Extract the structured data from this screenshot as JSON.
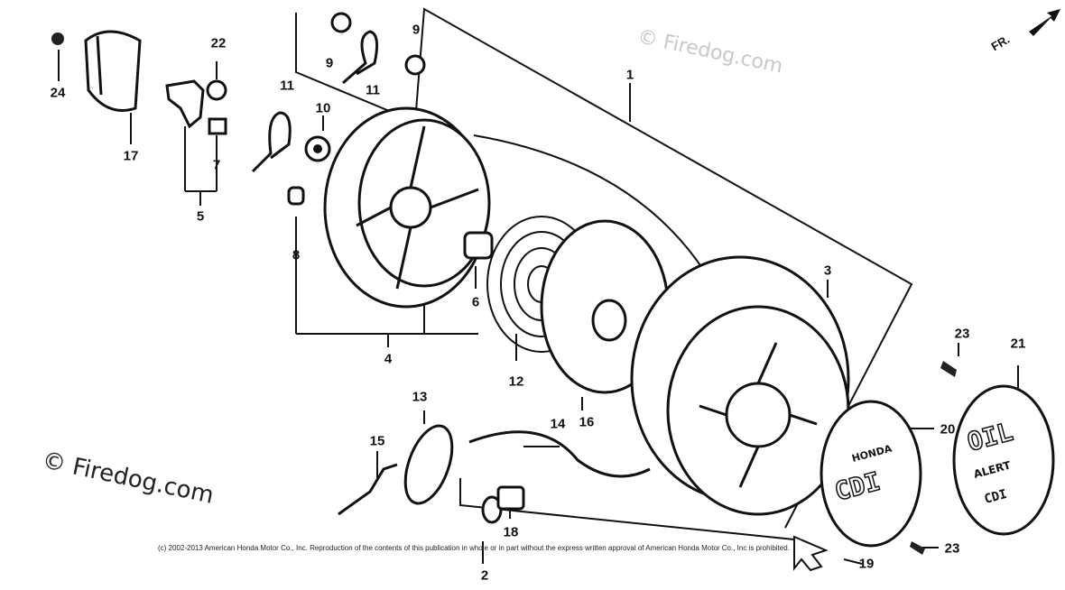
{
  "labels": {
    "p1": "1",
    "p2": "2",
    "p3": "3",
    "p4": "4",
    "p5": "5",
    "p6": "6",
    "p7": "7",
    "p8": "8",
    "p9a": "9",
    "p9b": "9",
    "p10": "10",
    "p11a": "11",
    "p11b": "11",
    "p12": "12",
    "p13": "13",
    "p14": "14",
    "p15": "15",
    "p16": "16",
    "p17": "17",
    "p18": "18",
    "p19": "19",
    "p20": "20",
    "p21": "21",
    "p22": "22",
    "p23a": "23",
    "p23b": "23",
    "p24": "24"
  },
  "direction_marker": "FR.",
  "cover_text": {
    "honda": "HONDA",
    "cdi": "CDI",
    "oil": "OIL",
    "alert": "ALERT",
    "cdi_small": "CDI"
  },
  "watermarks": {
    "main": "© Firedog.com",
    "faint": "© Firedog.com"
  },
  "copyright": "(c) 2002-2013 American Honda Motor Co., Inc. Reproduction of the contents of this publication in whole or in part without the express written approval of American Honda Motor Co., Inc is prohibited."
}
